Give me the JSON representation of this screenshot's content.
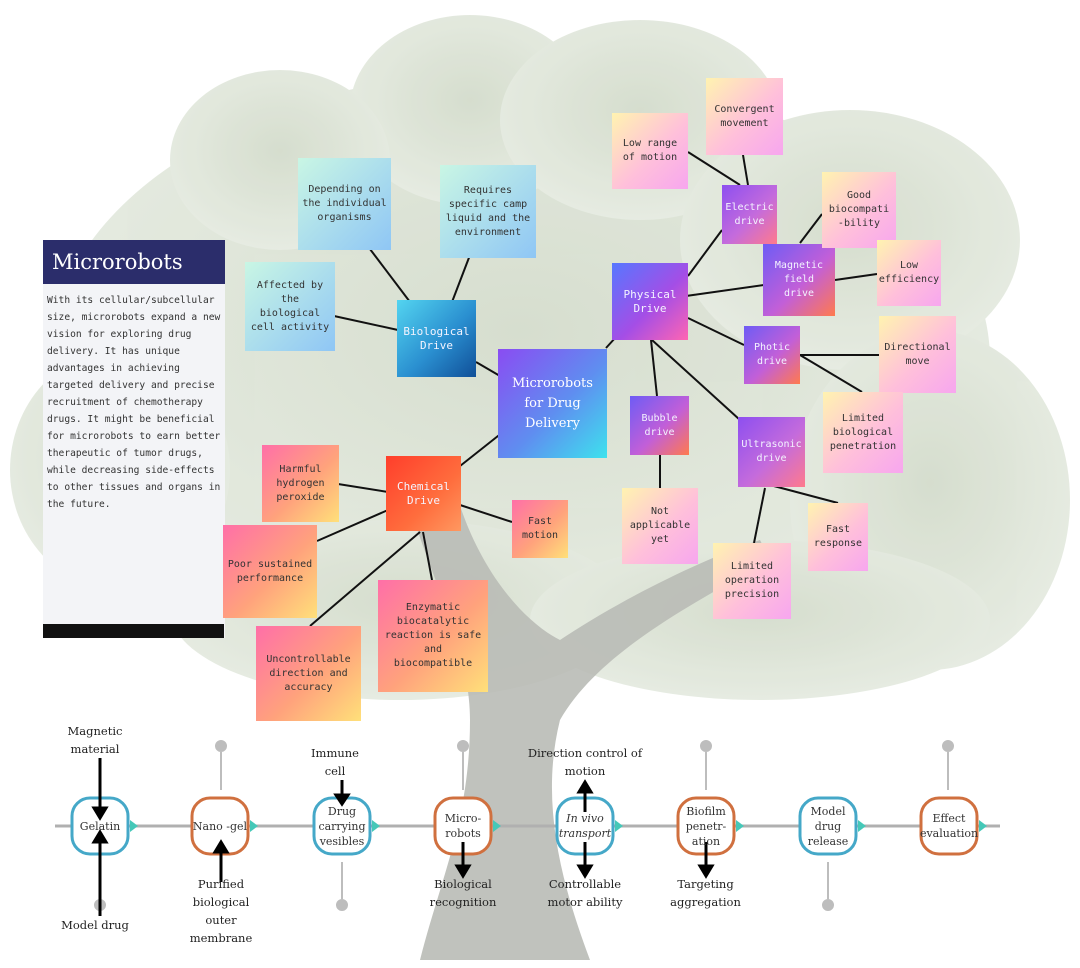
{
  "panel": {
    "title": "Microrobots",
    "text": "With its cellular/subcellular size, microrobots expand a new vision for exploring drug delivery. It has unique advantages in achieving targeted delivery and precise recruitment of chemotherapy drugs. It might be beneficial for microrobots to earn better therapeutic of tumor drugs, while decreasing side-effects to other tissues and organs in the future."
  },
  "colors": {
    "panel_header": "#2b2d6b",
    "timeline_blue": "#45a8c8",
    "timeline_orange": "#d0703f",
    "timeline_line": "#b0b0b0"
  },
  "center": "Microrobots for Drug Delivery",
  "biological": {
    "label": "Biological Drive",
    "notes": [
      "Depending on the individual organisms",
      "Requires specific camp liquid and the environment",
      "Affected by the biological cell activity"
    ]
  },
  "chemical": {
    "label": "Chemical Drive",
    "notes": [
      "Harmful hydrogen peroxide",
      "Poor sustained performance",
      "Fast motion",
      "Uncontrollable direction and accuracy",
      "Enzymatic biocatalytic reaction is safe and biocompatible"
    ]
  },
  "physical": {
    "label": "Physical Drive",
    "electric": "Electric drive",
    "magnetic": "Magnetic field drive",
    "photic": "Photic drive",
    "bubble": "Bubble drive",
    "ultrasonic": "Ultrasonic drive",
    "notes": {
      "low_range": "Low range of motion",
      "convergent": "Convergent movement",
      "good_bio": "Good biocompati -bility",
      "low_eff": "Low efficiency",
      "directional": "Directional move",
      "limited_bio": "Limited biological penetration",
      "not_app": "Not applicable yet",
      "limited_op": "Limited operation precision",
      "fast_resp": "Fast response"
    }
  },
  "timeline": {
    "nodes": [
      "Gelatin",
      "Nano -gel",
      "Drug carrying vesibles",
      "Micro- robots",
      "In vivo transport",
      "Biofilm penetr- ation",
      "Model drug release",
      "Effect evaluation"
    ],
    "labels": {
      "magnetic": "Magnetic material",
      "model_drug": "Model drug",
      "purified": "Purified biological outer membrane",
      "immune": "Immune cell",
      "bio_recog": "Biological recognition",
      "direction": "Direction control of motion",
      "motor": "Controllable motor ability",
      "targeting": "Targeting aggregation"
    }
  }
}
